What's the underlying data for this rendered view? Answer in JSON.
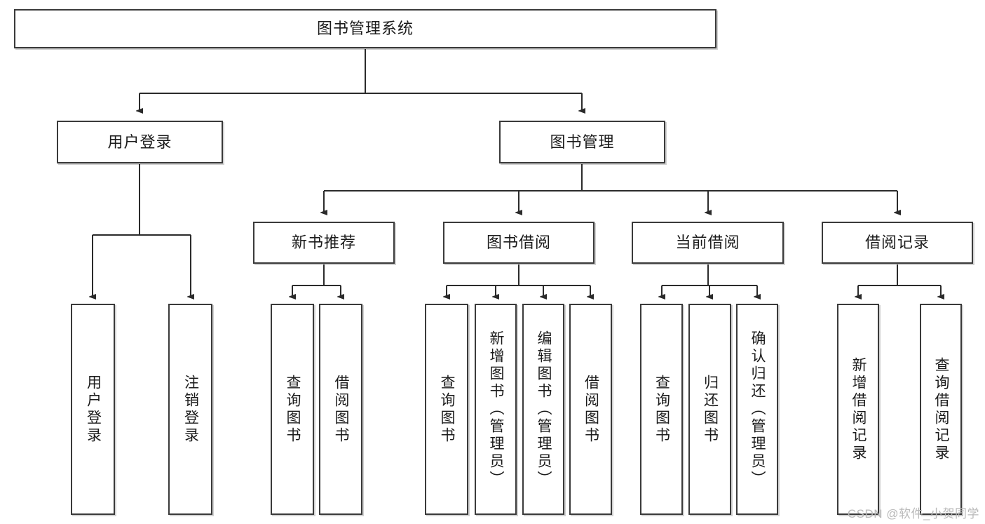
{
  "diagram": {
    "title": "图书管理系统",
    "type": "tree-hierarchy-diagram",
    "root": {
      "label": "图书管理系统"
    },
    "level2": [
      {
        "label": "用户登录"
      },
      {
        "label": "图书管理"
      }
    ],
    "level3": [
      {
        "label": "新书推荐"
      },
      {
        "label": "图书借阅"
      },
      {
        "label": "当前借阅"
      },
      {
        "label": "借阅记录"
      }
    ],
    "leaves": {
      "user_login": [
        {
          "label": "用户登录"
        },
        {
          "label": "注销登录"
        }
      ],
      "new_book_recommend": [
        {
          "label": "查询图书"
        },
        {
          "label": "借阅图书"
        }
      ],
      "book_borrow": [
        {
          "label": "查询图书"
        },
        {
          "label": "新增图书（管理员）"
        },
        {
          "label": "编辑图书（管理员）"
        },
        {
          "label": "借阅图书"
        }
      ],
      "current_borrow": [
        {
          "label": "查询图书"
        },
        {
          "label": "归还图书"
        },
        {
          "label": "确认归还（管理员）"
        }
      ],
      "borrow_record": [
        {
          "label": "新增借阅记录"
        },
        {
          "label": "查询借阅记录"
        }
      ]
    }
  },
  "watermark": {
    "text": "CSDN @软件_小贺同学"
  },
  "colors": {
    "box_border": "#3a3a3a",
    "box_fill": "#ffffff",
    "edge": "#2b2b2b",
    "text": "#1b1b1b",
    "watermark": "#b9b9b9",
    "background": "#ffffff"
  }
}
